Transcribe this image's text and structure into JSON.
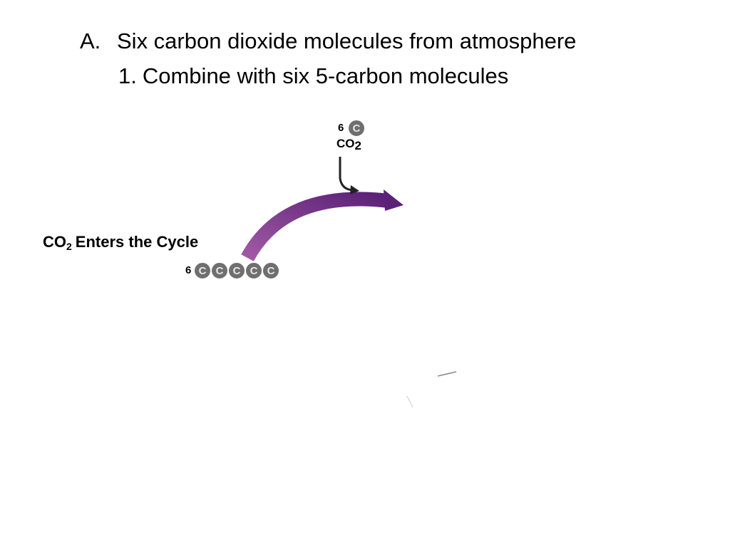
{
  "heading_a": {
    "marker": "A.",
    "text": "Six carbon dioxide molecules from atmosphere"
  },
  "heading_1": {
    "marker": "1.",
    "text": "Combine with six 5-carbon molecules"
  },
  "diagram": {
    "stage_label": {
      "main": "CO",
      "sub": "2",
      "rest": "Enters the Cycle"
    },
    "co2_input": {
      "count": "6",
      "atom": "C",
      "formula_main": "CO",
      "formula_sub": "2"
    },
    "rubp": {
      "count": "6",
      "atoms": [
        "C",
        "C",
        "C",
        "C",
        "C"
      ]
    },
    "colors": {
      "arrow_start": "#a15aa5",
      "arrow_end": "#5b2177",
      "atom_fill": "#6f6f6f",
      "input_arrow": "#222222"
    }
  }
}
